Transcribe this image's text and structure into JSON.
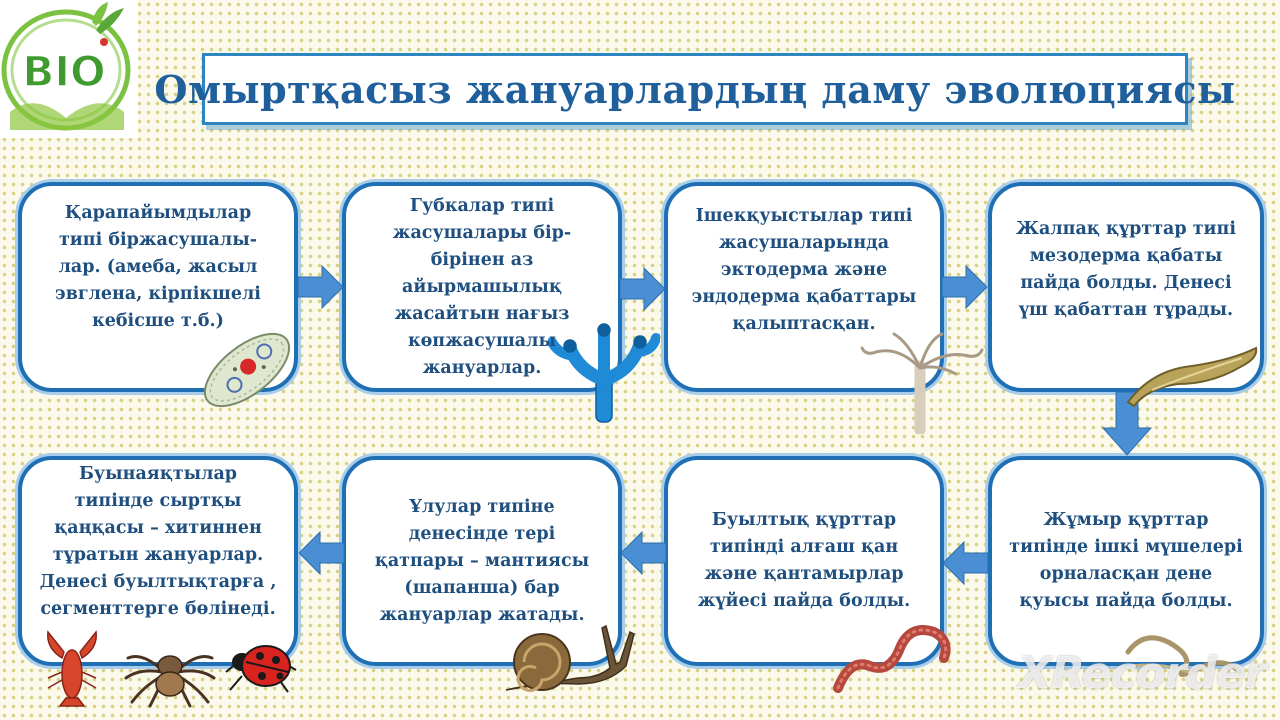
{
  "logo": {
    "text": "BIO"
  },
  "title": "Омыртқасыз жануарлардың даму эволюциясы",
  "cards": [
    {
      "id": "protozoa",
      "lines": [
        "Қарапайымдылар",
        "типі біржасушалы-",
        "лар. (амеба, жасыл",
        "эвглена, кірпікшелі",
        "кебісше т.б.)"
      ],
      "image": "paramecium-icon"
    },
    {
      "id": "sponges",
      "lines": [
        "Губкалар типі",
        "жасушалары бір-",
        "бірінен аз",
        "айырмашылық",
        "жасайтын нағыз",
        "көпжасушалы",
        "жануарлар."
      ],
      "image": "sponge-icon"
    },
    {
      "id": "cnidaria",
      "lines": [
        "Ішекқуыстылар типі",
        "жасушаларында",
        "эктодерма және",
        "эндодерма қабаттары",
        "қалыптасқан."
      ],
      "image": "hydra-icon"
    },
    {
      "id": "flatworms",
      "lines": [
        "Жалпақ құрттар типі",
        "мезодерма қабаты",
        "пайда болды. Денесі",
        "үш қабаттан тұрады."
      ],
      "image": "flatworm-icon"
    },
    {
      "id": "roundworms",
      "lines": [
        "Жұмыр құрттар",
        "типінде ішкі мүшелері",
        "орналасқан дене",
        "қуысы пайда болды."
      ],
      "image": "roundworm-icon"
    },
    {
      "id": "annelids",
      "lines": [
        "Буылтық құрттар",
        "типінді алғаш қан",
        "және қантамырлар",
        "жүйесі пайда болды."
      ],
      "image": "earthworm-icon"
    },
    {
      "id": "mollusks",
      "lines": [
        "Ұлулар типіне",
        "денесінде тері",
        "қатпары – мантиясы",
        "(шапанша) бар",
        "жануарлар жатады."
      ],
      "image": "snail-icon"
    },
    {
      "id": "arthropods",
      "lines": [
        "Буынаяқтылар",
        "типінде сыртқы",
        "қаңқасы – хитиннен",
        "тұратын жануарлар.",
        "Денесі буылтықтарға ,",
        "сегменттерге бөлінеді."
      ],
      "image": "crayfish-spider-ladybug-icons"
    }
  ],
  "colors": {
    "border": "#1f6fb5",
    "text": "#1f4f7f",
    "arrow": "#4a8fd4",
    "title": "#1f5f9c"
  },
  "watermark": "XRecorder"
}
